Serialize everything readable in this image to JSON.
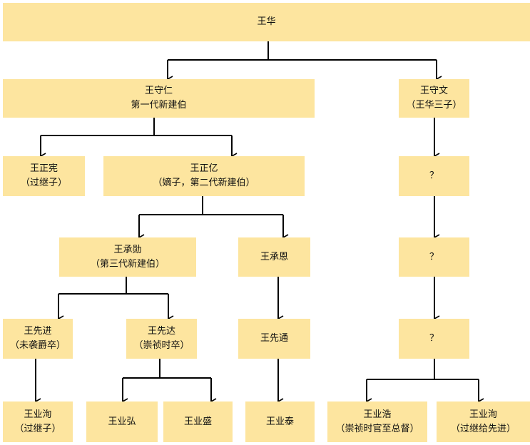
{
  "colors": {
    "node_fill": "#FDE59F",
    "connector": "#000000",
    "text": "#111111",
    "background": "#ffffff"
  },
  "nodes": {
    "wang_hua": {
      "line1": "王华"
    },
    "wang_shouren": {
      "line1": "王守仁",
      "line2": "第一代新建伯"
    },
    "wang_shouwen": {
      "line1": "王守文",
      "line2": "（王华三子）"
    },
    "wang_zhengxian": {
      "line1": "王正宪",
      "line2": "（过继子）"
    },
    "wang_zhengyi": {
      "line1": "王正亿",
      "line2": "（嫡子，第二代新建伯）"
    },
    "unknown_1": {
      "line1": "？"
    },
    "wang_chengxun": {
      "line1": "王承勋",
      "line2": "（第三代新建伯）"
    },
    "wang_chengen": {
      "line1": "王承恩"
    },
    "unknown_2": {
      "line1": "？"
    },
    "wang_xianjin": {
      "line1": "王先进",
      "line2": "（未袭爵卒）"
    },
    "wang_xianda": {
      "line1": "王先达",
      "line2": "（崇祯时卒）"
    },
    "wang_xiantong": {
      "line1": "王先通"
    },
    "unknown_3": {
      "line1": "？"
    },
    "wang_yexun_a": {
      "line1": "王业洵",
      "line2": "（过继子）"
    },
    "wang_yehong": {
      "line1": "王业弘"
    },
    "wang_yesheng": {
      "line1": "王业盛"
    },
    "wang_yetai": {
      "line1": "王业泰"
    },
    "wang_yehao": {
      "line1": "王业浩",
      "line2": "（崇祯时官至总督）"
    },
    "wang_yexun_b": {
      "line1": "王业洵",
      "line2": "（过继给先进）"
    }
  }
}
